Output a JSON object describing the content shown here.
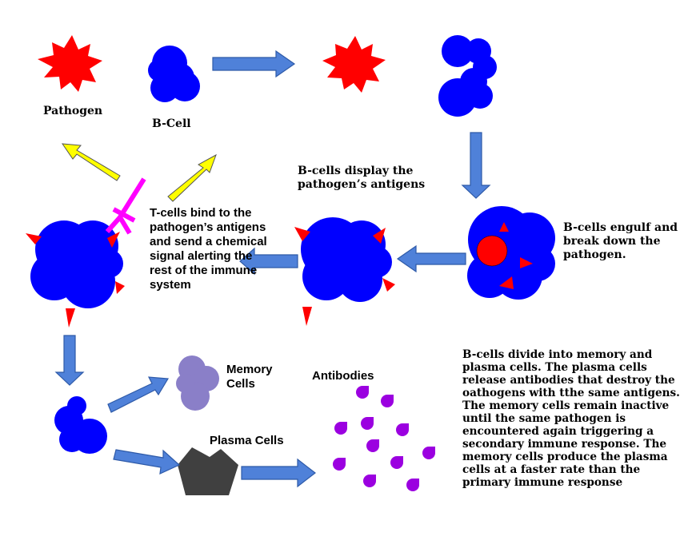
{
  "labels": {
    "pathogen": "Pathogen",
    "b_cell": "B-Cell",
    "b_cells_display": "B-cells display the pathogen’s antigens",
    "t_cells_bind": "T-cells bind to the pathogen’s antigens and send a chemical signal alerting the rest of the immune system",
    "b_cells_engulf": "B-cells engulf and break down the pathogen.",
    "memory_cells": "Memory Cells",
    "plasma_cells": "Plasma Cells",
    "antibodies": "Antibodies",
    "description": "B-cells divide into memory and plasma cells. The plasma cells release antibodies that destroy the oathogens with tthe same antigens. The memory cells remain inactive until the same pathogen is encountered again triggering a secondary immune response. The memory cells produce the plasma cells at a faster rate than the primary immune response"
  },
  "colors": {
    "pathogen": "#ff0000",
    "b_cell": "#0000ff",
    "arrow_blue": "#4f81d9",
    "arrow_yellow": "#ffff00",
    "t_cell_receptor": "#ff00ff",
    "memory_cell": "#8a7fc8",
    "plasma_cell": "#404040",
    "antibody": "#9b00e0",
    "antigen": "#ff0000"
  }
}
